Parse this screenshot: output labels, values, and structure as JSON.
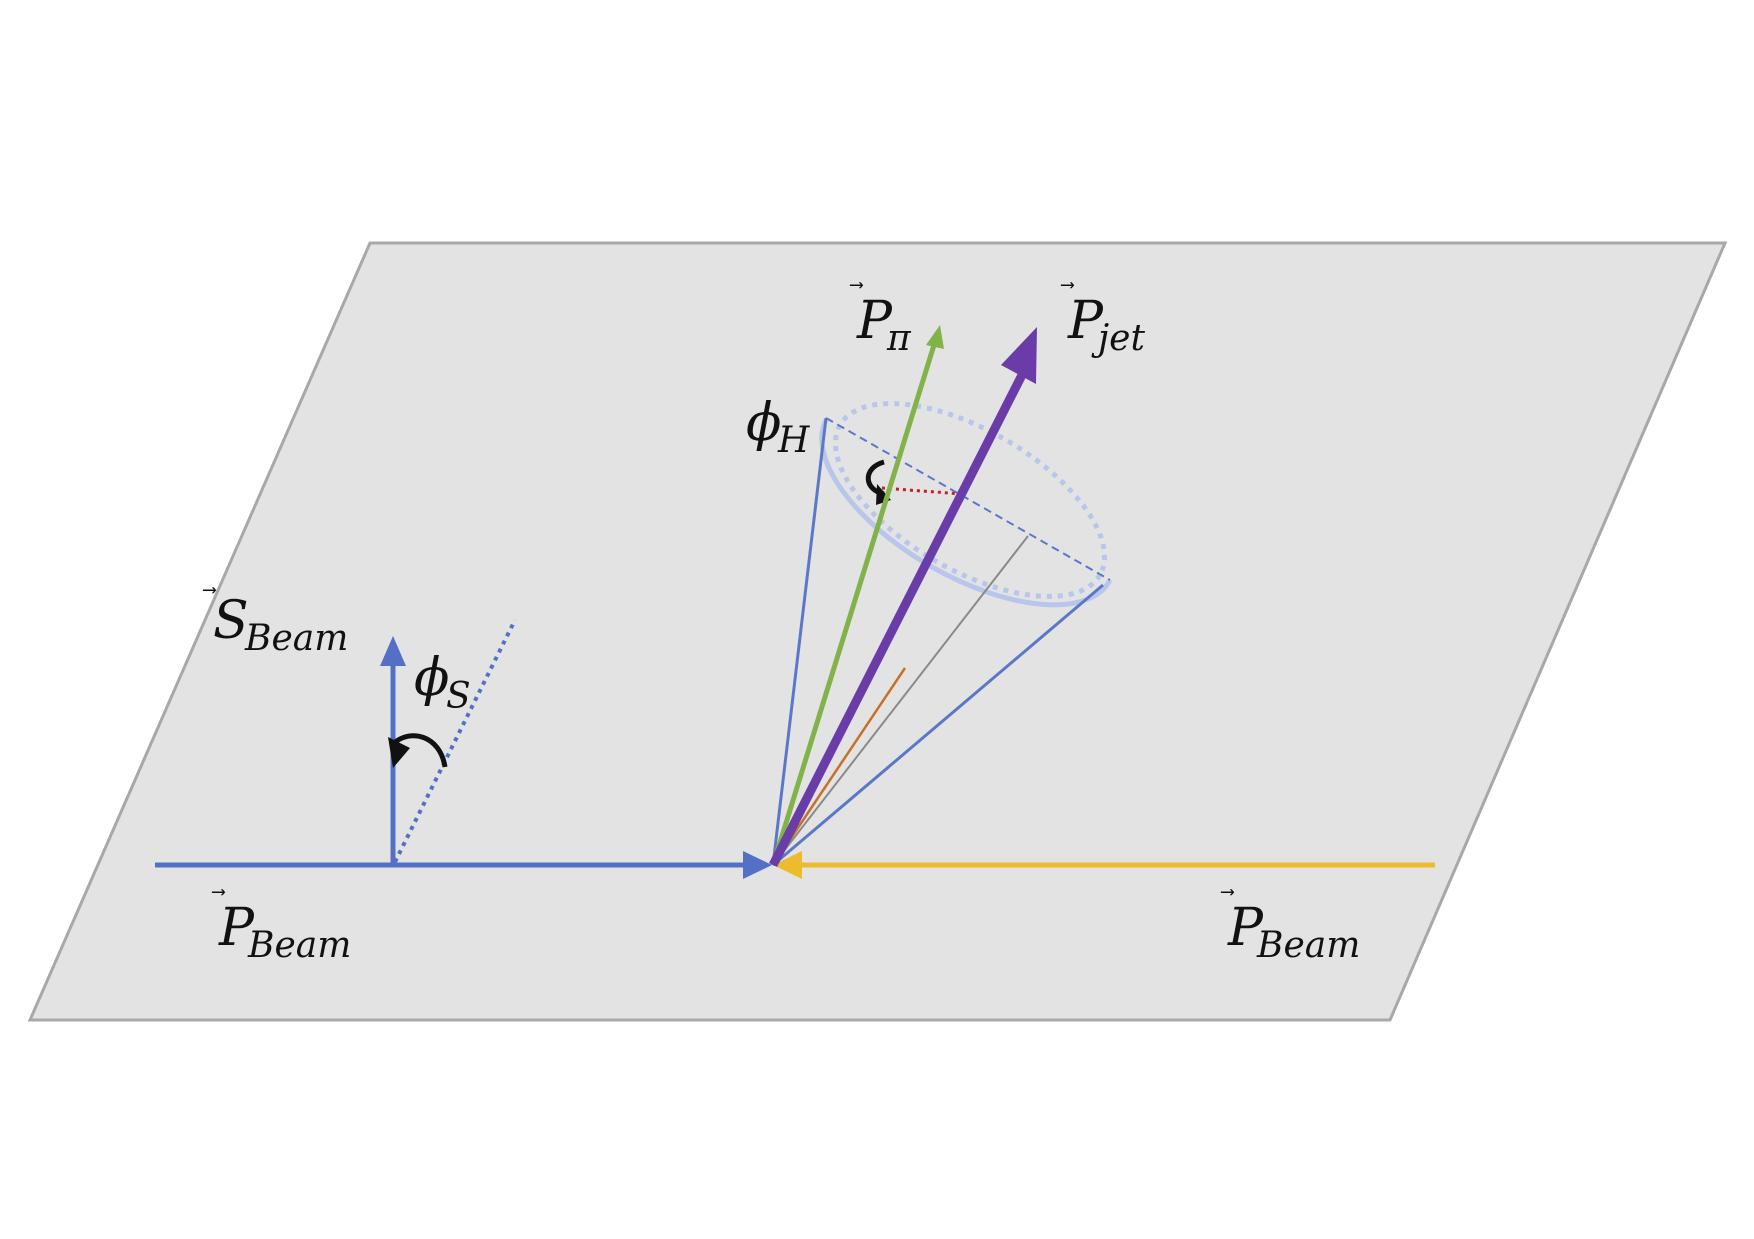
{
  "labels": {
    "s_beam": {
      "main": "S",
      "sub": "Beam",
      "arrow": "⃗"
    },
    "p_beam_left": {
      "main": "P",
      "sub": "Beam",
      "arrow": "⃗"
    },
    "p_beam_right": {
      "main": "P",
      "sub": "Beam",
      "arrow": "⃗"
    },
    "p_pi": {
      "main": "P",
      "sub": "π",
      "arrow": "⃗"
    },
    "p_jet": {
      "main": "P",
      "sub": "jet",
      "arrow": "⃗"
    },
    "phi_s": {
      "main": "ϕ",
      "sub": "S"
    },
    "phi_h": {
      "main": "ϕ",
      "sub": "H"
    }
  },
  "colors": {
    "plane_fill": "#e3e3e3",
    "plane_edge": "#a8a8a8",
    "beam_blue": "#5470c6",
    "beam_yellow": "#ebbd2e",
    "pion_green": "#82b24a",
    "jet_purple": "#6a3ca8",
    "cone_blue": "#5b78c8",
    "cone_rim": "#b7c6ea",
    "red_dotted": "#c0202a",
    "orange_line": "#c8702a",
    "gray_line": "#8a8a8a"
  }
}
